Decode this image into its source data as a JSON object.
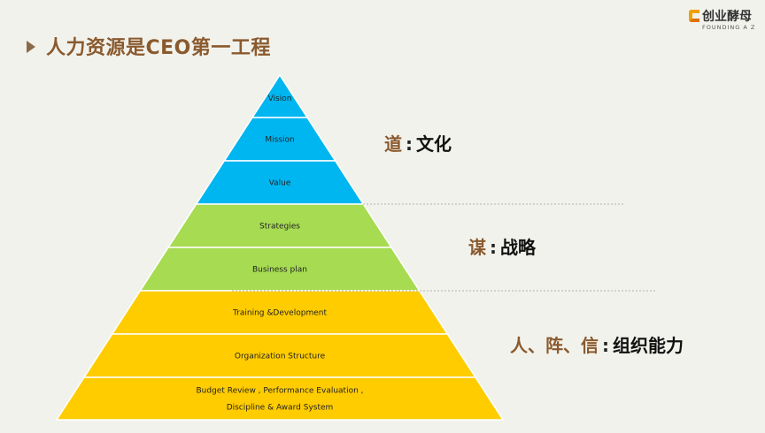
{
  "header": {
    "title": "人力资源是CEO第一工程"
  },
  "logo": {
    "name_cn": "创业酵母",
    "name_en": "FOUNDING A Z"
  },
  "colors": {
    "blue": "#00b6f0",
    "green": "#a6db52",
    "yellow": "#ffcc00",
    "accent_text": "#8a5a2e"
  },
  "pyramid": {
    "layers": [
      {
        "lines": [
          "Vision"
        ],
        "group": "blue"
      },
      {
        "lines": [
          "Mission"
        ],
        "group": "blue"
      },
      {
        "lines": [
          "Value"
        ],
        "group": "blue"
      },
      {
        "lines": [
          "Strategies"
        ],
        "group": "green"
      },
      {
        "lines": [
          "Business plan"
        ],
        "group": "green"
      },
      {
        "lines": [
          "Training &Development"
        ],
        "group": "yellow"
      },
      {
        "lines": [
          "Organization Structure"
        ],
        "group": "yellow"
      },
      {
        "lines": [
          "Budget Review , Performance Evaluation ,",
          "Discipline & Award System"
        ],
        "group": "yellow"
      }
    ]
  },
  "categories": [
    {
      "key": "道",
      "sep": ":",
      "value": "文化"
    },
    {
      "key": "谋",
      "sep": ":",
      "value": "战略"
    },
    {
      "key": "人、阵、信",
      "sep": ":",
      "value": "组织能力"
    }
  ]
}
